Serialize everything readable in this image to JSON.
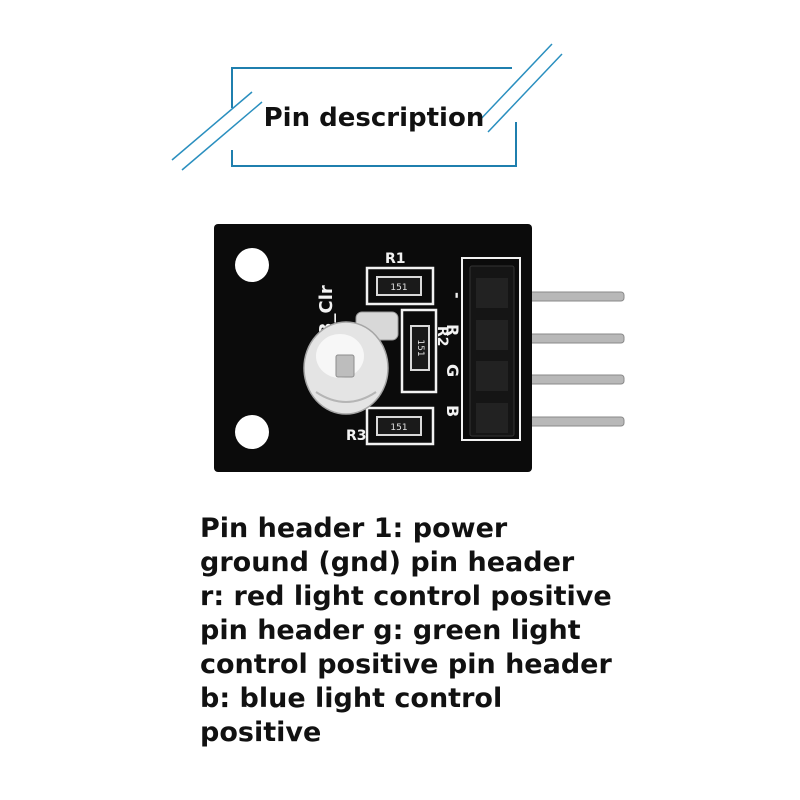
{
  "title": {
    "text": "Pin description"
  },
  "module": {
    "silkscreen_name": "3_Clr",
    "resistor_labels": [
      "R1",
      "R2",
      "R3"
    ],
    "resistor_codes": [
      "151",
      "151",
      "151"
    ],
    "pin_labels": [
      "-",
      "R",
      "G",
      "B"
    ],
    "colors": {
      "board": "#0b0b0b",
      "silkscreen": "#f2f2f2",
      "pins": "#b8b8b8",
      "frame": "#1f7fae"
    }
  },
  "description": {
    "lines": [
      "Pin header 1: power",
      "ground (gnd) pin header",
      "r: red light control positive",
      "pin header g: green light",
      "control positive pin header",
      "b: blue light control",
      "positive"
    ]
  }
}
